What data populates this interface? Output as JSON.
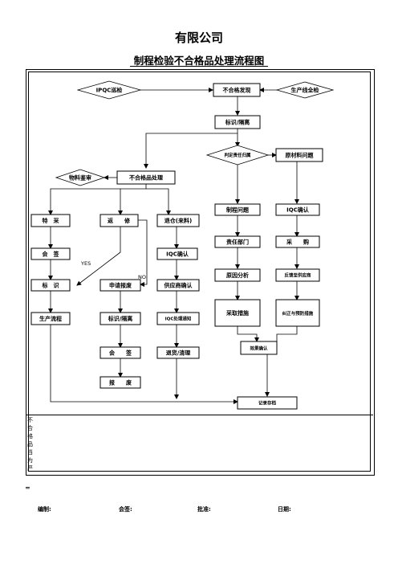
{
  "header": {
    "company": "有限公司",
    "subtitle": "制程检验不合格品处理流程图"
  },
  "nodes": {
    "ipqc_patrol": "IPQC巡检",
    "nonconform_found": "不合格发现",
    "line_fullcheck": "生产线全检",
    "mark_isolate": "标识/隔离",
    "judge_resp": "判定责任归属",
    "material_issue": "原材料问题",
    "material_review": "物料鉴审",
    "nc_handle": "不合格品处理",
    "special_purchase": "特　采",
    "rework": "返　　修",
    "return_supplier": "退仓(来料)",
    "process_issue": "制程问题",
    "iqc_confirm_right": "IQC确认",
    "countersign_left": "会　签",
    "iqc_confirm_mid": "IQC确认",
    "resp_dept": "责任部门",
    "purchase": "采　　购",
    "mark_left": "标　识",
    "apply_scrap": "申请报废",
    "supplier_confirm": "供应商确认",
    "cause_analysis": "原因分析",
    "feedback_supplier": "反馈至供应商",
    "production_flow": "生产流程",
    "mark_isolate2": "标识/隔离",
    "iqc_notice": "IQC处理通知",
    "take_action": "采取措施",
    "corrective": "纠正与预防措施",
    "countersign_mid": "会　　签",
    "return_clear": "退货/清理",
    "effect_confirm": "效果确认",
    "scrap": "报　　废",
    "record_archive": "记录存档"
  },
  "labels": {
    "yes": "YES",
    "no": "NO"
  },
  "note": "不合格品当为严",
  "bottom_mark": "═",
  "footer": {
    "compiled": "编制:",
    "countersign": "会签:",
    "approved": "批准:",
    "date": "日期:"
  }
}
